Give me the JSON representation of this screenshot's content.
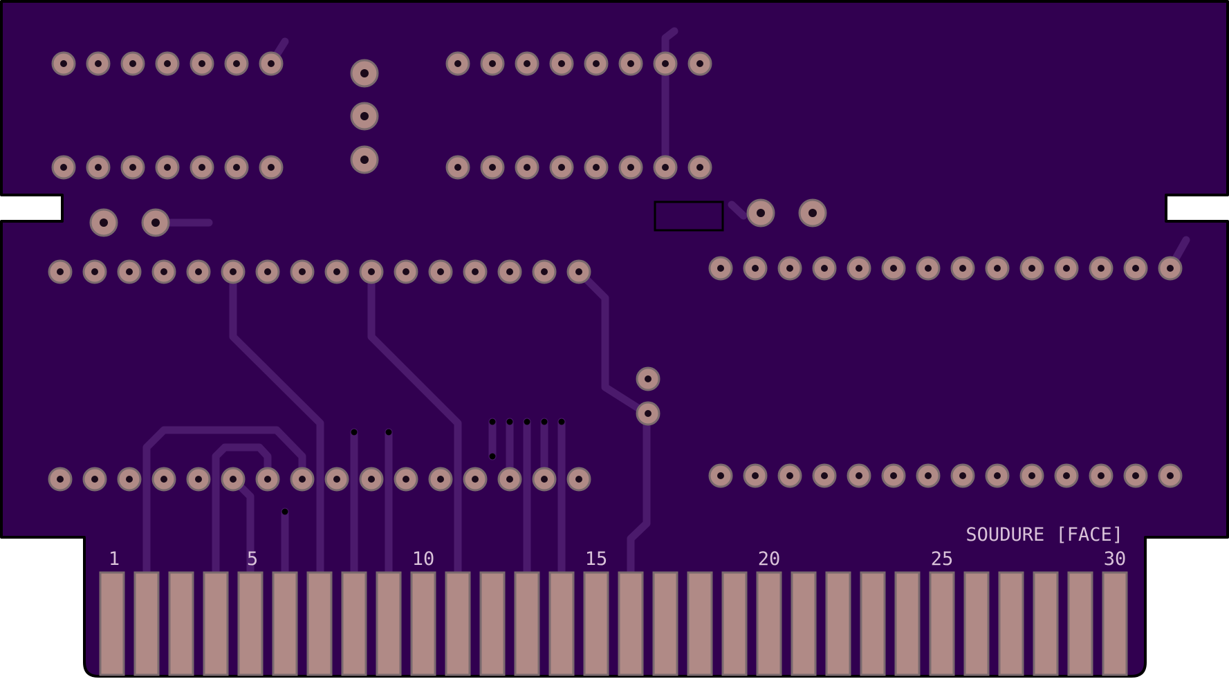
{
  "colors": {
    "substrate": "#310050",
    "trace": "#4b1a6c",
    "copper": "#b08a86",
    "pad_ring": "#7a6a6e",
    "hole": "#1a0a1a",
    "silkscreen": "#d9c2d9",
    "outline": "#000000"
  },
  "board": {
    "label": "SOUDURE [FACE]",
    "finger_numbers": [
      "1",
      "5",
      "10",
      "15",
      "20",
      "25",
      "30"
    ],
    "finger_count": 30
  }
}
